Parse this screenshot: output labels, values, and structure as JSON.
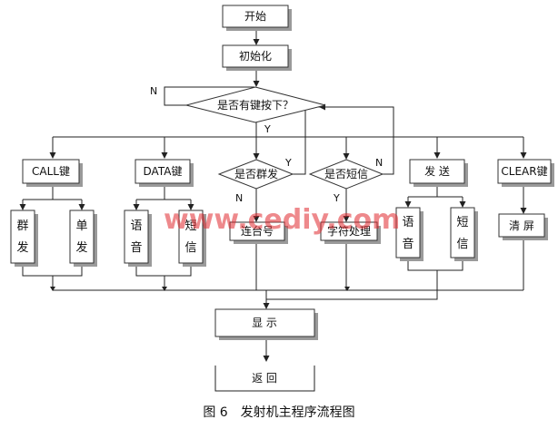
{
  "nodes": {
    "start": "开始",
    "init": "初始化",
    "key_pressed": "是否有键按下？",
    "call_key": "CALL键",
    "data_key": "DATA键",
    "is_group": "是否群发",
    "is_sms": "是否短信",
    "send": "发 送",
    "clear_key": "CLEAR键",
    "call_group": [
      "群",
      "发"
    ],
    "call_single": [
      "单",
      "发"
    ],
    "data_voice": [
      "语",
      "音"
    ],
    "data_sms": [
      "短",
      "信"
    ],
    "send_voice": [
      "语",
      "音"
    ],
    "send_sms": [
      "短",
      "信"
    ],
    "connect": "连台号",
    "char_proc": "字符处理",
    "clear_screen": "清 屏",
    "display": "显 示",
    "return": "返 回"
  },
  "labels": {
    "n_loop": "N",
    "y_main": "Y",
    "y_group": "Y",
    "n_group": "N",
    "y_sms": "Y",
    "n_sms": "N"
  },
  "watermark": "www.cediy.com",
  "caption": "图 6　发射机主程序流程图"
}
